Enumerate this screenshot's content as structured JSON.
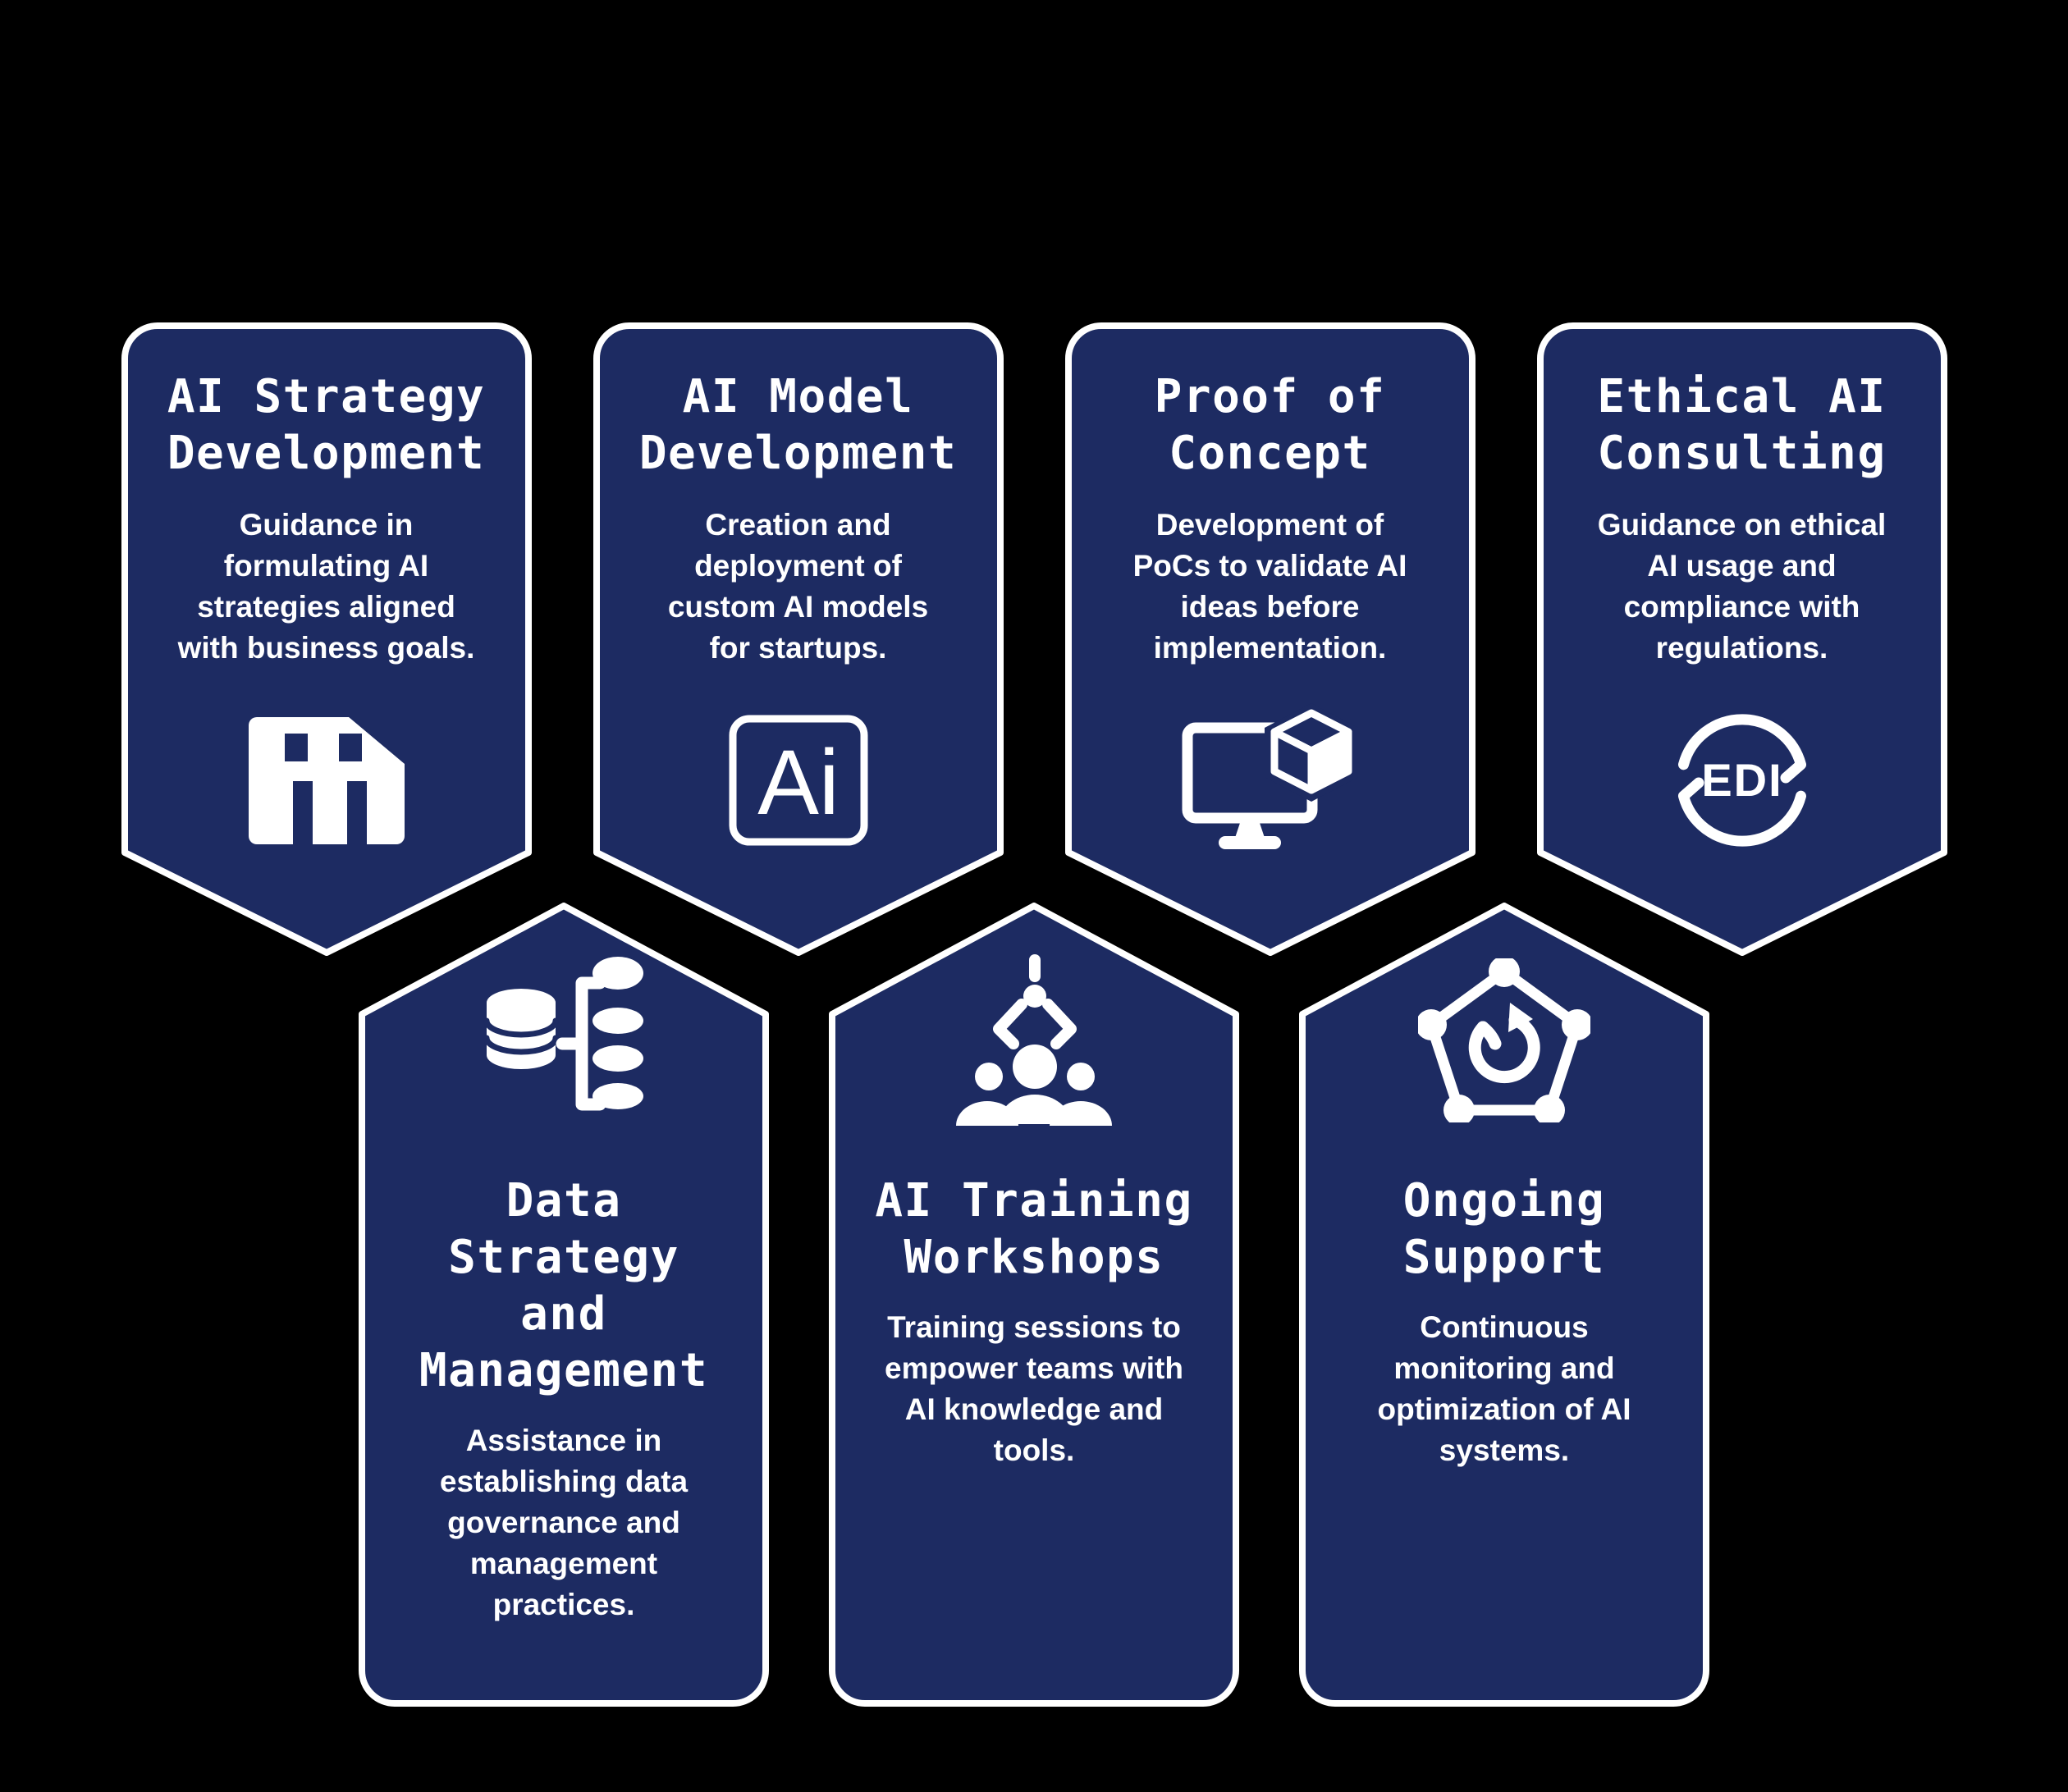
{
  "theme": {
    "page_bg": "#000000",
    "card_bg": "#1d2b62",
    "card_border": "#ffffff",
    "text_color": "#ffffff"
  },
  "cards": {
    "top_row": [
      {
        "title": "AI Strategy\nDevelopment",
        "body": "Guidance in\nformulating AI\nstrategies aligned\nwith business goals.",
        "icon": "building-columns-icon"
      },
      {
        "title": "AI Model\nDevelopment",
        "body": "Creation and\ndeployment of\ncustom AI models\nfor startups.",
        "icon": "ai-box-icon"
      },
      {
        "title": "Proof of\nConcept",
        "body": "Development of\nPoCs to validate AI\nideas before\nimplementation.",
        "icon": "monitor-cube-icon"
      },
      {
        "title": "Ethical AI\nConsulting",
        "body": "Guidance on ethical\nAI usage and\ncompliance with\nregulations.",
        "icon": "edi-cycle-icon"
      }
    ],
    "bottom_row": [
      {
        "title": "Data\nStrategy\nand\nManagement",
        "body": "Assistance in\nestablishing data\ngovernance and\nmanagement\npractices.",
        "icon": "database-transfer-icon"
      },
      {
        "title": "AI Training\nWorkshops",
        "body": "Training sessions to\nempower teams with\nAI knowledge and\ntools.",
        "icon": "claw-people-icon"
      },
      {
        "title": "Ongoing\nSupport",
        "body": "Continuous\nmonitoring and\noptimization of AI\nsystems.",
        "icon": "pentagon-network-icon"
      }
    ]
  },
  "icon_labels": {
    "ai_box": "Ai",
    "edi": "EDI"
  }
}
